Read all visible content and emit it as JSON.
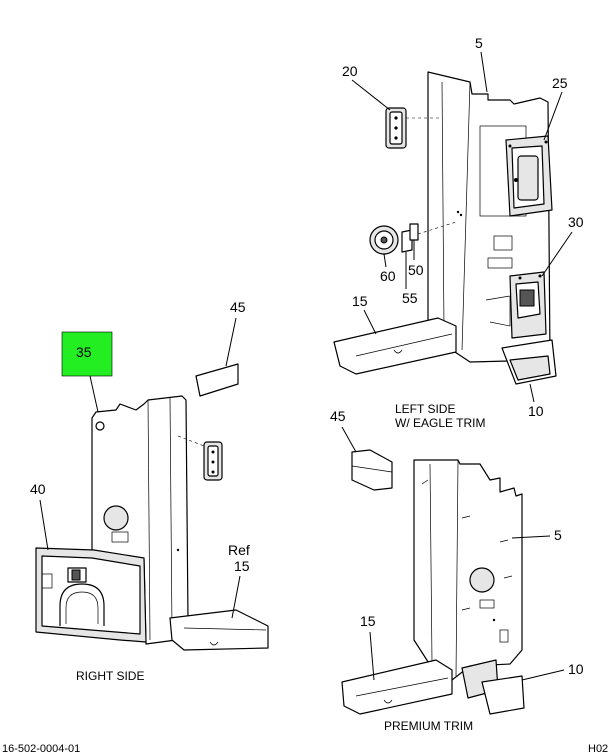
{
  "highlight_color": "#22ee22",
  "callouts": {
    "c5_top": "5",
    "c20": "20",
    "c25": "25",
    "c30": "30",
    "c60": "60",
    "c55": "55",
    "c50": "50",
    "c15_left": "15",
    "c10_top": "10",
    "c45_top": "45",
    "c35": "35",
    "c40": "40",
    "cref_a": "Ref",
    "cref_b": "15",
    "c45_bottom": "45",
    "c5_bottom": "5",
    "c15_bottom": "15",
    "c10_bottom": "10"
  },
  "captions": {
    "left_side_a": "LEFT SIDE",
    "left_side_b": "W/ EAGLE TRIM",
    "right_side": "RIGHT SIDE",
    "premium_trim": "PREMIUM TRIM"
  },
  "footer": {
    "drawing_number": "16-502-0004-01",
    "sheet_code": "H02"
  }
}
